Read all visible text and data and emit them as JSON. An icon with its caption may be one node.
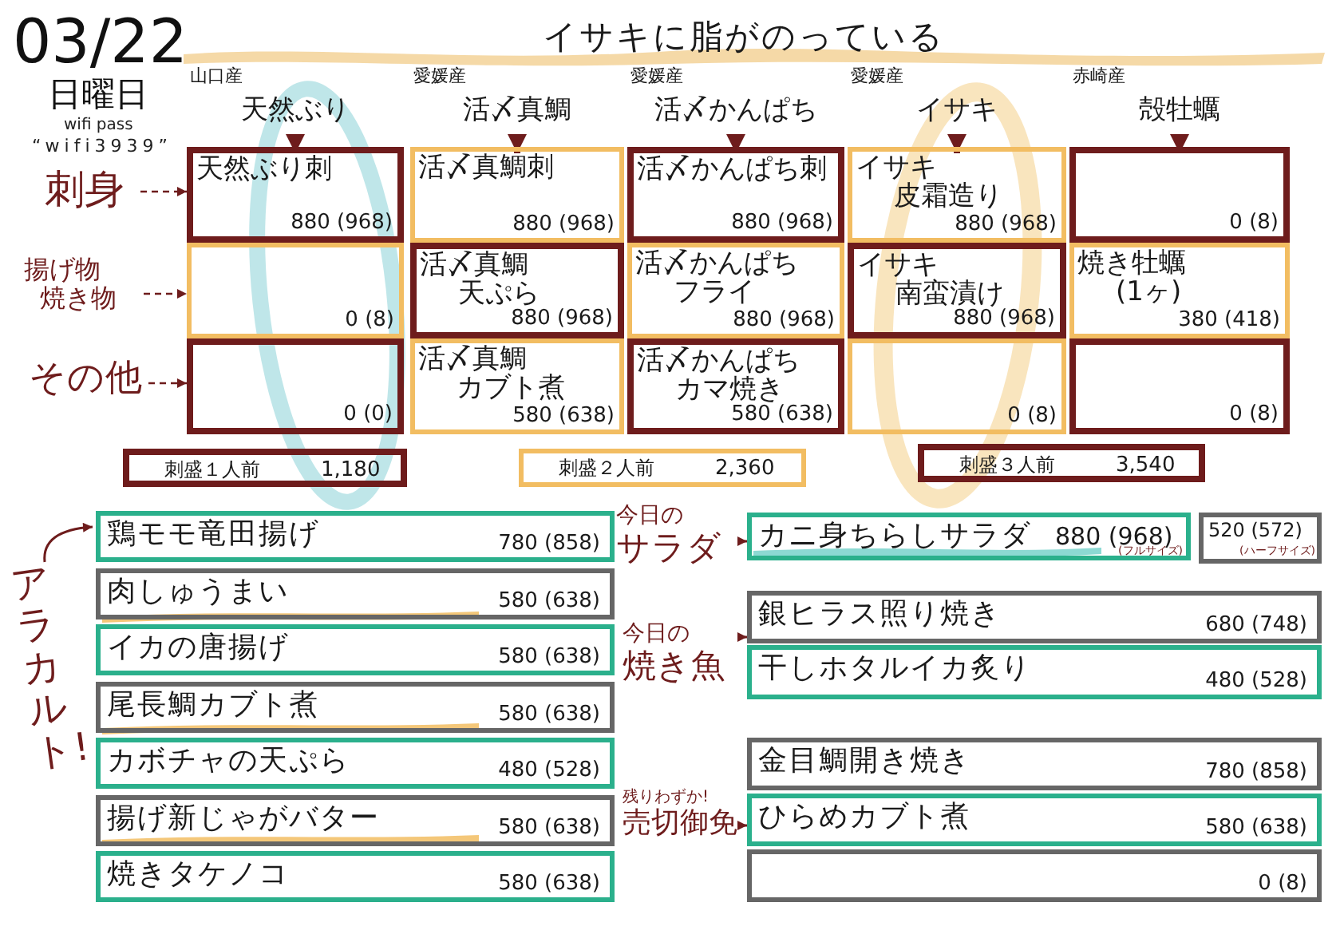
{
  "diagram": {
    "title": "イサキに脂がのっている",
    "nodes": [
      {
        "text": [
          "山口産",
          "天然ぶり"
        ]
      },
      {
        "text": [
          "愛媛産",
          "活〆真鯛"
        ]
      },
      {
        "text": [
          "愛媛産",
          "活〆かんぱち"
        ]
      },
      {
        "text": [
          "愛媛産",
          "イサキ"
        ]
      },
      {
        "text": [
          "赤崎産",
          "殻牡蠣"
        ]
      },
      {
        "text": [
          "刺身"
        ]
      },
      {
        "text": [
          "揚げ物",
          "焼き物"
        ]
      },
      {
        "text": [
          "その他"
        ]
      },
      {
        "text": [
          "天然ぶり刺",
          "880 (968)"
        ]
      },
      {
        "text": [
          "活〆真鯛刺",
          "880 (968)"
        ]
      },
      {
        "text": [
          "活〆かんぱち刺",
          "880 (968)"
        ]
      },
      {
        "text": [
          "イサキ",
          "皮霜造り",
          "880 (968)"
        ]
      },
      {
        "text": [
          "0 (8)"
        ]
      },
      {
        "text": [
          "0 (8)"
        ]
      },
      {
        "text": [
          "活〆真鯛",
          "天ぷら",
          "880 (968)"
        ]
      },
      {
        "text": [
          "活〆かんぱち",
          "フライ",
          "880 (968)"
        ]
      },
      {
        "text": [
          "イサキ",
          "南蛮漬け",
          "880 (968)"
        ]
      },
      {
        "text": [
          "焼き牡蠣",
          "(1ヶ)",
          "380 (418)"
        ]
      },
      {
        "text": [
          "0 (0)"
        ]
      },
      {
        "text": [
          "活〆真鯛",
          "カブト煮",
          "580 (638)"
        ]
      },
      {
        "text": [
          "活〆かんぱち",
          "カマ焼き",
          "580 (638)"
        ]
      },
      {
        "text": [
          "0 (8)"
        ]
      },
      {
        "text": [
          "0 (8)"
        ]
      },
      {
        "text": [
          "刺盛１人前",
          "1,180"
        ]
      },
      {
        "text": [
          "刺盛２人前",
          "2,360"
        ]
      },
      {
        "text": [
          "刺盛３人前",
          "3,540"
        ]
      },
      {
        "text": [
          "アラカルト!"
        ]
      },
      {
        "text": [
          "鶏モモ竜田揚げ",
          "780 (858)"
        ]
      },
      {
        "text": [
          "肉しゅうまい",
          "580 (638)"
        ]
      },
      {
        "text": [
          "イカの唐揚げ",
          "580 (638)"
        ]
      },
      {
        "text": [
          "尾長鯛カブト煮",
          "580 (638)"
        ]
      },
      {
        "text": [
          "カボチャの天ぷら",
          "480 (528)"
        ]
      },
      {
        "text": [
          "揚げ新じゃがバター",
          "580 (638)"
        ]
      },
      {
        "text": [
          "焼きタケノコ",
          "580 (638)"
        ]
      },
      {
        "text": [
          "今日の",
          "サラダ"
        ]
      },
      {
        "text": [
          "カニ身ちらしサラダ",
          "880 (968)",
          "(フルサイズ)"
        ]
      },
      {
        "text": [
          "520 (572)",
          "(ハーフサイズ)"
        ]
      },
      {
        "text": [
          "今日の",
          "焼き魚"
        ]
      },
      {
        "text": [
          "銀ヒラス照り焼き",
          "680 (748)"
        ]
      },
      {
        "text": [
          "干しホタルイカ炙り",
          "480 (528)"
        ]
      },
      {
        "text": [
          "金目鯛開き焼き",
          "780 (858)"
        ]
      },
      {
        "text": [
          "残りわずか!",
          "売切御免"
        ]
      },
      {
        "text": [
          "ひらめカブト煮",
          "580 (638)"
        ]
      },
      {
        "text": [
          "0 (8)"
        ]
      }
    ],
    "edges": [
      {
        "from": 0,
        "to": 8,
        "arrow": "to",
        "style": "thick"
      },
      {
        "from": 1,
        "to": 9,
        "arrow": "to",
        "style": "thick"
      },
      {
        "from": 2,
        "to": 10,
        "arrow": "to",
        "style": "thick"
      },
      {
        "from": 3,
        "to": 11,
        "arrow": "to",
        "style": "thick"
      },
      {
        "from": 4,
        "to": 12,
        "arrow": "to",
        "style": "thick"
      },
      {
        "from": 5,
        "to": 8,
        "arrow": "to",
        "style": "dashed"
      },
      {
        "from": 6,
        "to": 13,
        "arrow": "to",
        "style": "dashed"
      },
      {
        "from": 7,
        "to": 18,
        "arrow": "to",
        "style": "dashed"
      },
      {
        "from": 26,
        "to": 27,
        "arrow": "to"
      },
      {
        "from": 34,
        "to": 35,
        "arrow": "to"
      },
      {
        "from": 37,
        "to": 38,
        "arrow": "to"
      },
      {
        "from": 41,
        "to": 42,
        "arrow": "to"
      }
    ],
    "labels": [
      "03/22",
      "日曜日",
      "wifi pass",
      "“wifi3939”"
    ]
  }
}
